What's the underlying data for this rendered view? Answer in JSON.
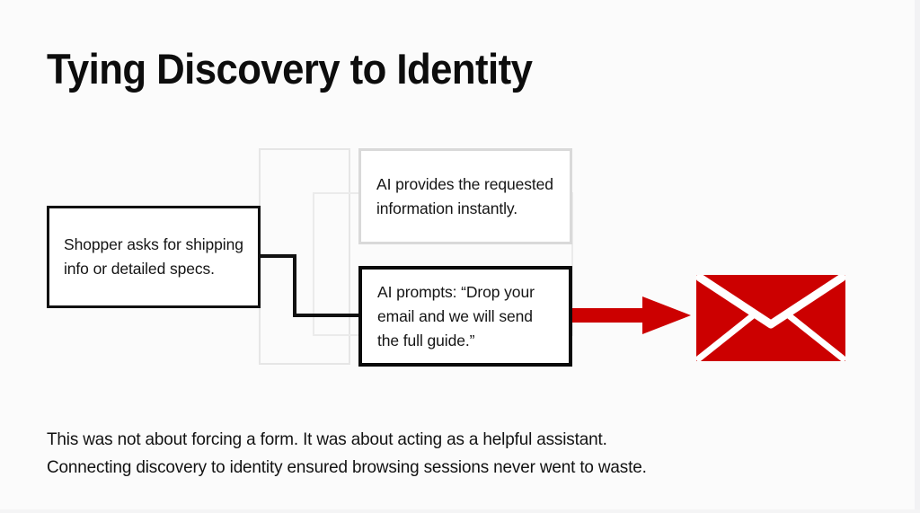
{
  "slide": {
    "title": "Tying Discovery to Identity",
    "background_color": "#fbfbfb"
  },
  "flow": {
    "source_box": {
      "label": "Shopper asks for shipping info or detailed specs.",
      "border_color": "#111111",
      "state": "active"
    },
    "branch_boxes": [
      {
        "name": "ai-provides-info",
        "label": "AI provides the requested information instantly.",
        "border_color": "#d9d9d9",
        "state": "muted"
      },
      {
        "name": "ai-prompts-email",
        "label": "AI prompts: “Drop your email and we will send the full guide.”",
        "border_color": "#0a0a0a",
        "state": "highlighted"
      }
    ],
    "connector": {
      "name": "elbow-connector",
      "color": "#111111"
    },
    "arrow": {
      "name": "arrow-right-icon",
      "color": "#cc0000"
    },
    "outcome": {
      "name": "envelope-icon",
      "color": "#cc0000"
    }
  },
  "caption": {
    "line1": "This was not about forcing a form. It was about acting as a helpful assistant.",
    "line2": "Connecting discovery to identity ensured browsing sessions never went to waste."
  },
  "colors": {
    "accent_red": "#cc0000",
    "ink": "#111111",
    "muted_border": "#d9d9d9",
    "ghost_border": "#e6e6e6"
  }
}
